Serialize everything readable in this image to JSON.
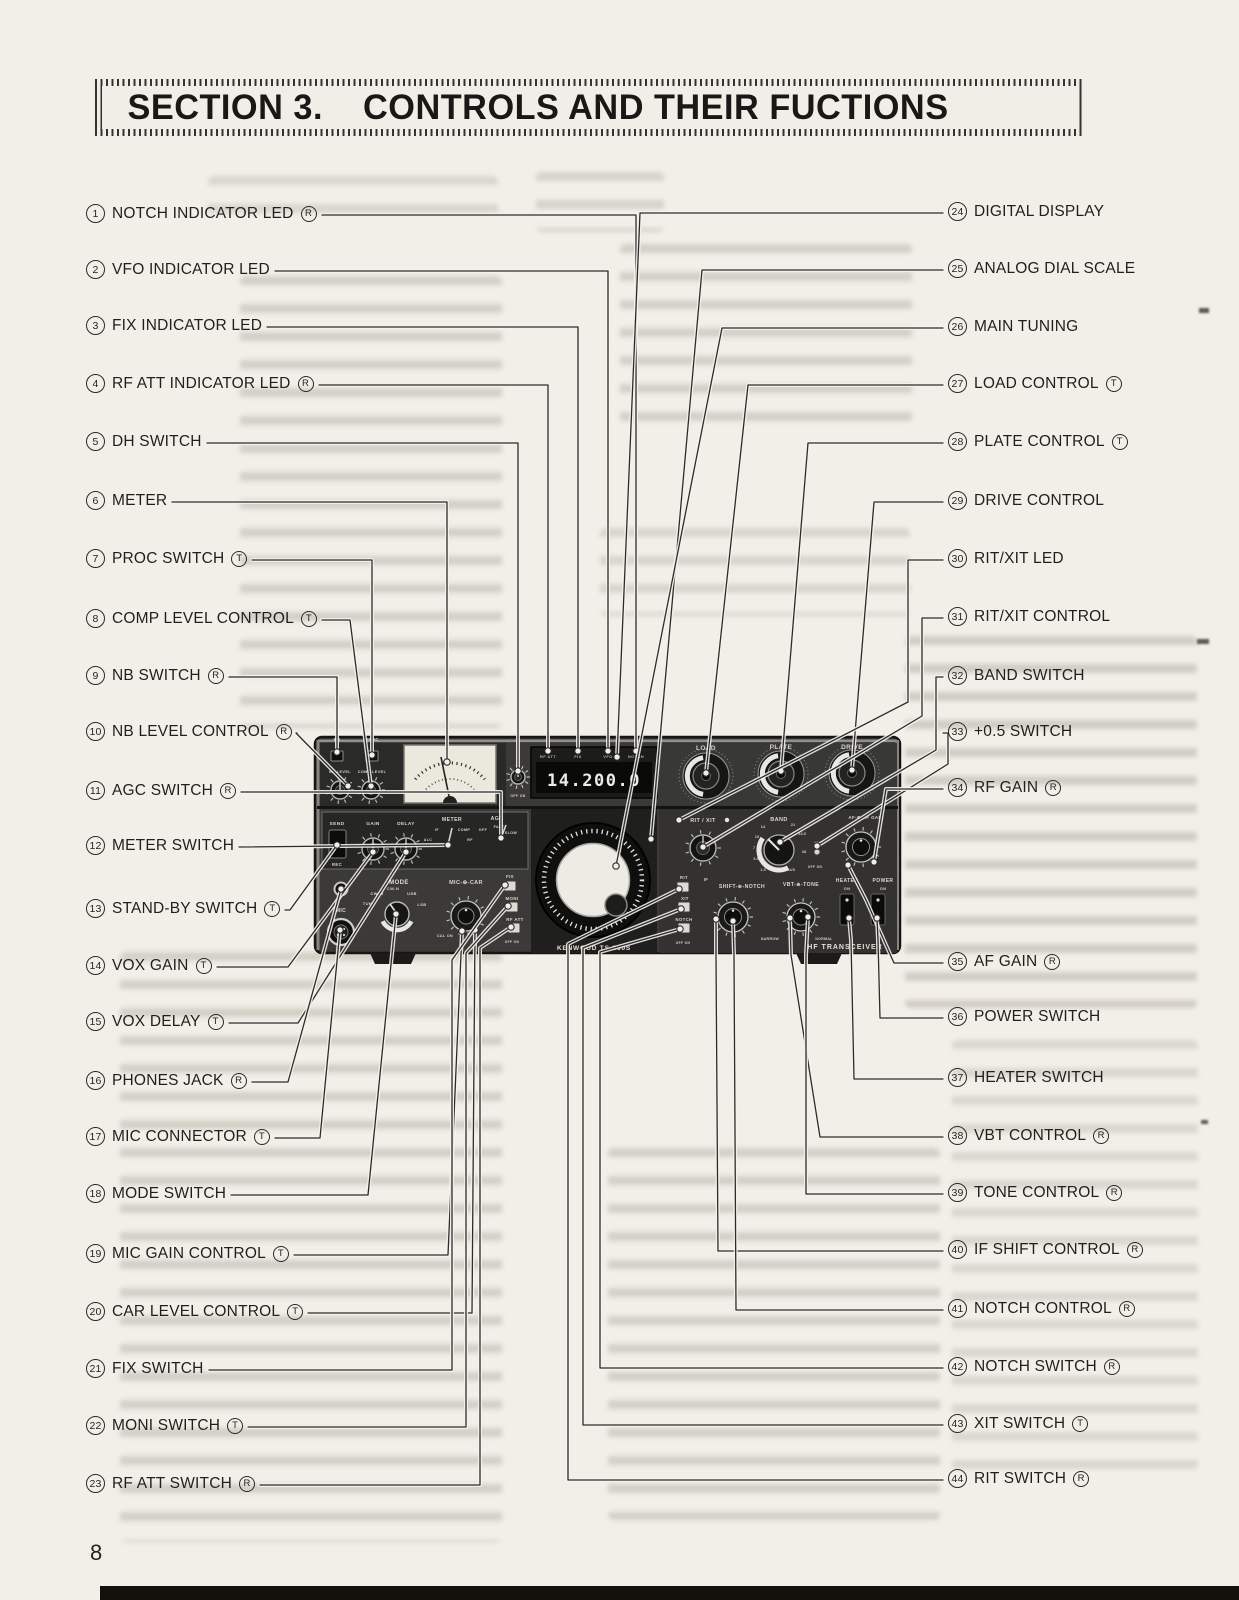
{
  "page": {
    "section_title": "SECTION 3.    CONTROLS AND THEIR FUCTIONS",
    "page_number": "8"
  },
  "callouts": {
    "left": [
      {
        "num": "1",
        "label": "NOTCH INDICATOR LED",
        "suffix": "R"
      },
      {
        "num": "2",
        "label": "VFO INDICATOR LED",
        "suffix": ""
      },
      {
        "num": "3",
        "label": "FIX INDICATOR LED",
        "suffix": ""
      },
      {
        "num": "4",
        "label": "RF ATT INDICATOR LED",
        "suffix": "R"
      },
      {
        "num": "5",
        "label": "DH SWITCH",
        "suffix": ""
      },
      {
        "num": "6",
        "label": "METER",
        "suffix": ""
      },
      {
        "num": "7",
        "label": "PROC SWITCH",
        "suffix": "T"
      },
      {
        "num": "8",
        "label": "COMP LEVEL CONTROL",
        "suffix": "T"
      },
      {
        "num": "9",
        "label": "NB SWITCH",
        "suffix": "R"
      },
      {
        "num": "10",
        "label": "NB LEVEL CONTROL",
        "suffix": "R"
      },
      {
        "num": "11",
        "label": "AGC SWITCH",
        "suffix": "R"
      },
      {
        "num": "12",
        "label": "METER SWITCH",
        "suffix": ""
      },
      {
        "num": "13",
        "label": "STAND-BY SWITCH",
        "suffix": "T"
      },
      {
        "num": "14",
        "label": "VOX GAIN",
        "suffix": "T"
      },
      {
        "num": "15",
        "label": "VOX DELAY",
        "suffix": "T"
      },
      {
        "num": "16",
        "label": "PHONES JACK",
        "suffix": "R"
      },
      {
        "num": "17",
        "label": "MIC CONNECTOR",
        "suffix": "T"
      },
      {
        "num": "18",
        "label": "MODE SWITCH",
        "suffix": ""
      },
      {
        "num": "19",
        "label": "MIC GAIN CONTROL",
        "suffix": "T"
      },
      {
        "num": "20",
        "label": "CAR LEVEL CONTROL",
        "suffix": "T"
      },
      {
        "num": "21",
        "label": "FIX SWITCH",
        "suffix": ""
      },
      {
        "num": "22",
        "label": "MONI SWITCH",
        "suffix": "T"
      },
      {
        "num": "23",
        "label": "RF ATT SWITCH",
        "suffix": "R"
      }
    ],
    "right": [
      {
        "num": "24",
        "label": "DIGITAL DISPLAY",
        "suffix": ""
      },
      {
        "num": "25",
        "label": "ANALOG DIAL SCALE",
        "suffix": ""
      },
      {
        "num": "26",
        "label": "MAIN TUNING",
        "suffix": ""
      },
      {
        "num": "27",
        "label": "LOAD CONTROL",
        "suffix": "T"
      },
      {
        "num": "28",
        "label": "PLATE CONTROL",
        "suffix": "T"
      },
      {
        "num": "29",
        "label": "DRIVE CONTROL",
        "suffix": ""
      },
      {
        "num": "30",
        "label": "RIT/XIT LED",
        "suffix": ""
      },
      {
        "num": "31",
        "label": "RIT/XIT CONTROL",
        "suffix": ""
      },
      {
        "num": "32",
        "label": "BAND SWITCH",
        "suffix": ""
      },
      {
        "num": "33",
        "label": "+0.5 SWITCH",
        "suffix": ""
      },
      {
        "num": "34",
        "label": "RF GAIN",
        "suffix": "R"
      },
      {
        "num": "35",
        "label": "AF GAIN",
        "suffix": "R"
      },
      {
        "num": "36",
        "label": "POWER SWITCH",
        "suffix": ""
      },
      {
        "num": "37",
        "label": "HEATER SWITCH",
        "suffix": ""
      },
      {
        "num": "38",
        "label": "VBT CONTROL",
        "suffix": "R"
      },
      {
        "num": "39",
        "label": "TONE CONTROL",
        "suffix": "R"
      },
      {
        "num": "40",
        "label": "IF SHIFT CONTROL",
        "suffix": "R"
      },
      {
        "num": "41",
        "label": "NOTCH CONTROL",
        "suffix": "R"
      },
      {
        "num": "42",
        "label": "NOTCH SWITCH",
        "suffix": "R"
      },
      {
        "num": "43",
        "label": "XIT SWITCH",
        "suffix": "T"
      },
      {
        "num": "44",
        "label": "RIT SWITCH",
        "suffix": "R"
      }
    ]
  },
  "radio": {
    "display_value": "14.200.0",
    "led_labels": [
      "RF ATT",
      "FIX",
      "VFO",
      "NOTCH"
    ],
    "texts": {
      "nb": "NB",
      "proc": "PROC",
      "nb_level": "NB LEVEL",
      "comp_level": "COMP LEVEL",
      "load": "LOAD",
      "plate": "PLATE",
      "drive": "DRIVE",
      "send": "SEND",
      "rec": "REC",
      "gain": "GAIN",
      "delay": "DELAY",
      "meter": "METER",
      "agc": "AGC",
      "mode": "MODE",
      "mic": "MIC",
      "mic_car": "MIC-⊕-CAR",
      "cal_on": "CAL ON",
      "fix": "FIX",
      "moni": "MONI",
      "rf_att": "RF ATT",
      "rit_xit": "RIT / XIT",
      "band": "BAND",
      "af_rf_gain": "AF-⊕-RF GAIN",
      "rit": "RIT",
      "xit": "XIT",
      "notch": "NOTCH",
      "if": "IF",
      "shift_notch": "SHIFT-⊕-NOTCH",
      "vbt_tone": "VBT-⊕-TONE",
      "narrow": "NARROW",
      "normal": "NORMAL",
      "heater": "HEATER",
      "power": "POWER",
      "on": "ON",
      "off_on": "OFF ON",
      "brand": "KENWOOD TS-830S",
      "hf": "HF TRANSCEIVER"
    },
    "meter_positions": [
      "IF",
      "ALC",
      "COMP",
      "RF"
    ],
    "agc_positions": [
      "OFF",
      "FAST",
      "SLOW"
    ],
    "mode_positions": [
      "TUNE",
      "CW-W",
      "CW-N",
      "USB",
      "LSB"
    ],
    "band_numbers": [
      "14",
      "10",
      "7",
      "3.5",
      "1.5",
      "21",
      "24.5",
      "28",
      "+0.5",
      "AUX"
    ],
    "colors": {
      "panel": "#3b3a38",
      "paper": "#f1efe8",
      "line": "#2c2b29"
    }
  }
}
